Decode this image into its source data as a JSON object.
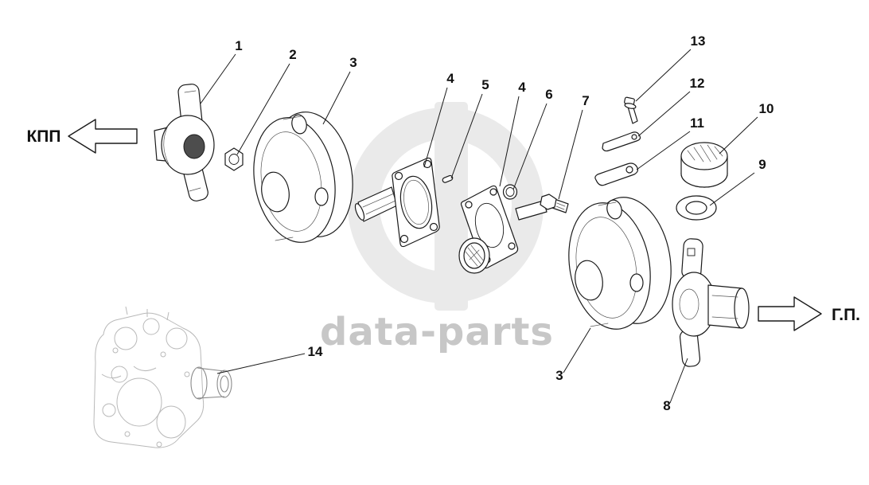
{
  "diagram": {
    "watermark": "data-parts",
    "labels": {
      "left": "КПП",
      "right": "Г.П."
    },
    "colors": {
      "line": "#1a1a1a",
      "watermark": "#c7c7c7",
      "watermark_logo": "#eaeaea",
      "faint_sketch": "#b9b9b9"
    },
    "callouts": [
      {
        "number": "1"
      },
      {
        "number": "2"
      },
      {
        "number": "3"
      },
      {
        "number": "4"
      },
      {
        "number": "5"
      },
      {
        "number": "4"
      },
      {
        "number": "6"
      },
      {
        "number": "7"
      },
      {
        "number": "13"
      },
      {
        "number": "12"
      },
      {
        "number": "11"
      },
      {
        "number": "10"
      },
      {
        "number": "9"
      },
      {
        "number": "3"
      },
      {
        "number": "8"
      },
      {
        "number": "14"
      }
    ]
  }
}
